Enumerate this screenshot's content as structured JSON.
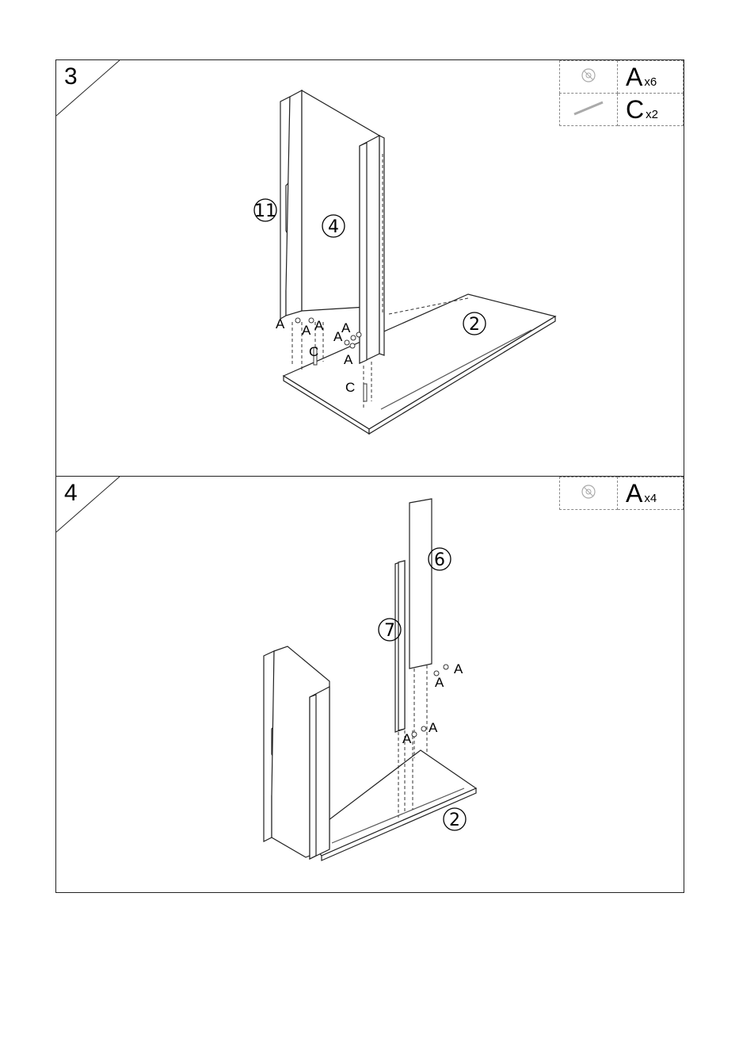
{
  "steps": [
    {
      "number": "3",
      "hardware": [
        {
          "letter": "A",
          "qty": "x6",
          "icon": "cam-lock-icon"
        },
        {
          "letter": "C",
          "qty": "x2",
          "icon": "dowel-icon"
        }
      ],
      "parts": {
        "p11": "11",
        "p4": "4",
        "p2": "2"
      },
      "callouts": {
        "a1": "A",
        "a2": "A",
        "a3": "A",
        "a4": "A",
        "a5": "A",
        "a6": "A",
        "c1": "C",
        "c2": "C"
      }
    },
    {
      "number": "4",
      "hardware": [
        {
          "letter": "A",
          "qty": "x4",
          "icon": "cam-lock-icon"
        }
      ],
      "parts": {
        "p6": "6",
        "p7": "7",
        "p2": "2"
      },
      "callouts": {
        "a1": "A",
        "a2": "A",
        "a3": "A",
        "a4": "A"
      }
    }
  ]
}
